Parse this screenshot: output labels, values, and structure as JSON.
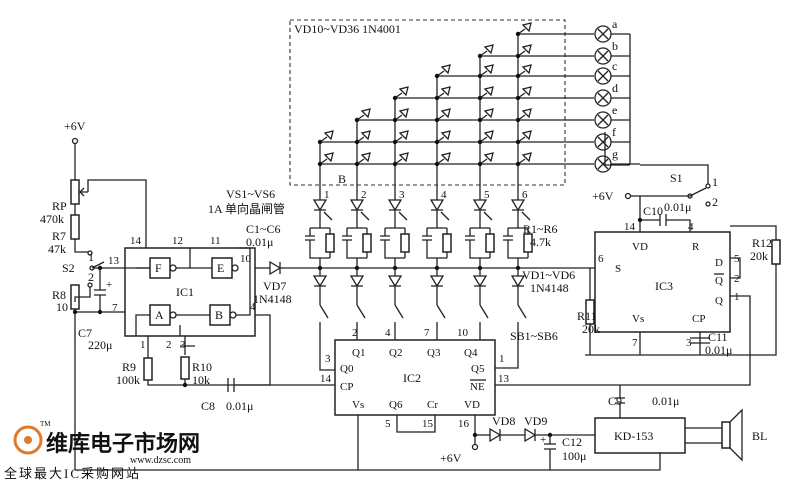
{
  "power": {
    "top_supply": "+6V",
    "s1_supply": "+6V",
    "ic2_supply": "+6V"
  },
  "diode_array": {
    "label": "VD10~VD36 1N4001",
    "row_labels": [
      "a",
      "b",
      "c",
      "d",
      "e",
      "f",
      "g"
    ],
    "row_b_label": "B"
  },
  "thyristors": {
    "label_line1": "VS1~VS6",
    "label_line2": "1A 单向晶闸管",
    "column_numbers": [
      "1",
      "2",
      "3",
      "4",
      "5",
      "6"
    ]
  },
  "caps_c1_c6": {
    "label": "C1~C6",
    "value": "0.01μ"
  },
  "resistors_r1_r6": {
    "label": "R1~R6",
    "value": "4.7k"
  },
  "diodes_vd1_vd6": {
    "label": "VD1~VD6",
    "value": "1N4148"
  },
  "switches_sb": {
    "label": "SB1~SB6"
  },
  "rp": {
    "name": "RP",
    "value": "470k"
  },
  "r7": {
    "name": "R7",
    "value": "47k"
  },
  "r8": {
    "name": "R8",
    "value": "10"
  },
  "s2": {
    "name": "S2",
    "pos1": "1",
    "pos2": "2"
  },
  "c7": {
    "name": "C7",
    "value": "220μ"
  },
  "ic1": {
    "name": "IC1",
    "gate_f": "F",
    "gate_e": "E",
    "gate_a": "A",
    "gate_b": "B",
    "pins": [
      "14",
      "12",
      "11",
      "13",
      "10",
      "7",
      "1",
      "2",
      "3",
      "4"
    ]
  },
  "vd7": {
    "name": "VD7",
    "value": "1N4148"
  },
  "r9": {
    "name": "R9",
    "value": "100k"
  },
  "r10": {
    "name": "R10",
    "value": "10k"
  },
  "c8": {
    "name": "C8",
    "value": "0.01μ"
  },
  "ic2": {
    "name": "IC2",
    "pins_top": [
      "Q1",
      "Q2",
      "Q3",
      "Q4"
    ],
    "pin_nums_top": [
      "2",
      "4",
      "7",
      "10"
    ],
    "q0": "Q0",
    "q0_pin": "3",
    "q5": "Q5",
    "q5_pin": "1",
    "cp": "CP",
    "cp_pin": "14",
    "ne": "NE",
    "ne_pin": "13",
    "vs": "Vs",
    "q6": "Q6",
    "cr": "Cr",
    "vd": "VD",
    "pin5": "5",
    "pin15": "15",
    "pin16": "16"
  },
  "ic3": {
    "name": "IC3",
    "vd": "VD",
    "r": "R",
    "s": "S",
    "d": "D",
    "qbar": "Q",
    "q": "Q",
    "vs": "Vs",
    "cp": "CP",
    "pins": [
      "14",
      "4",
      "6",
      "5",
      "2",
      "1",
      "7",
      "3"
    ]
  },
  "s1": {
    "name": "S1",
    "pos1": "1",
    "pos2": "2"
  },
  "c10": {
    "name": "C10",
    "value": "0.01μ"
  },
  "r11": {
    "name": "R11",
    "value": "20k"
  },
  "r12": {
    "name": "R12",
    "value": "20k"
  },
  "c11": {
    "name": "C11",
    "value": "0.01μ"
  },
  "c9": {
    "name": "C9",
    "value": "0.01μ"
  },
  "vd8": {
    "name": "VD8"
  },
  "vd9": {
    "name": "VD9"
  },
  "c12": {
    "name": "C12",
    "value": "100μ"
  },
  "kd153": {
    "name": "KD-153"
  },
  "speaker": {
    "name": "BL"
  },
  "watermark": {
    "brand": "维库电子市场网",
    "url": "www.dzsc.com",
    "slogan": "全球最大IC采购网站",
    "tm": "TM"
  }
}
